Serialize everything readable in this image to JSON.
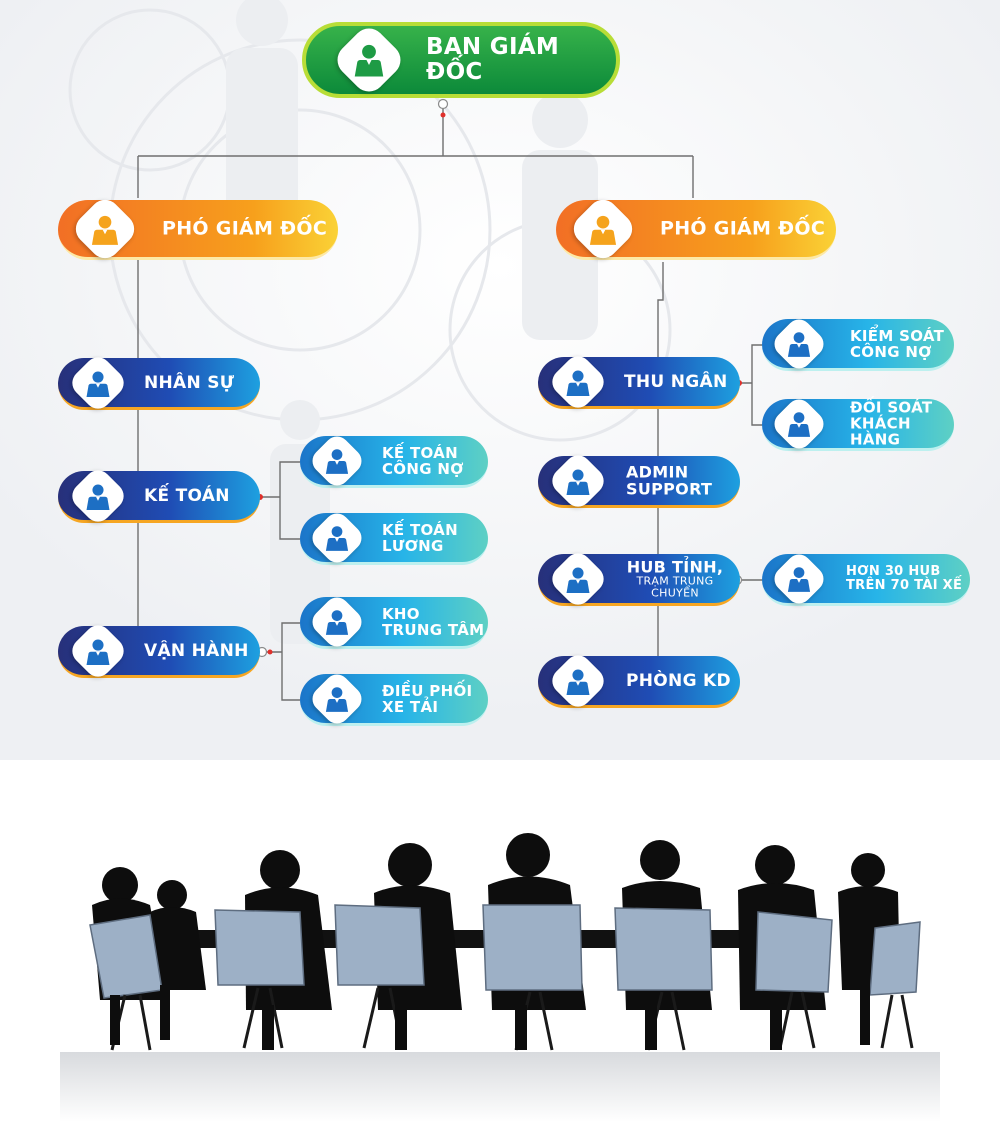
{
  "org_chart": {
    "director": "BAN GIÁM ĐỐC",
    "deputy_left": "PHÓ GIÁM ĐỐC",
    "deputy_right": "PHÓ GIÁM ĐỐC",
    "hr": "NHÂN SỰ",
    "accounting": "KẾ TOÁN",
    "ar_accounting": [
      "KẾ TOÁN",
      "CÔNG NỢ"
    ],
    "payroll_accounting": [
      "KẾ TOÁN",
      "LƯƠNG"
    ],
    "operations": "VẬN HÀNH",
    "central_warehouse": [
      "KHO",
      "TRUNG TÂM"
    ],
    "truck_dispatch": [
      "ĐIỀU PHỐI",
      "XE TẢI"
    ],
    "cashier": "THU NGÂN",
    "debt_control": [
      "KIỂM SOÁT",
      "CÔNG NỢ"
    ],
    "customer_reconcile": [
      "ĐỐI SOÁT",
      "KHÁCH HÀNG"
    ],
    "admin_support": [
      "ADMIN",
      "SUPPORT"
    ],
    "provincial_hub": [
      "HUB TỈNH,",
      "TRẠM TRUNG CHUYỂN"
    ],
    "hub_count": [
      "HƠN 30 HUB",
      "TRÊN 70 TÀI XẾ"
    ],
    "sales_room": "PHÒNG KD"
  },
  "colors": {
    "director": "#1a9a3f",
    "deputy": "#f58a20",
    "department": "#1f3f9e",
    "sub_unit": "#24a6e0",
    "icon_green": "#1e9b45",
    "icon_orange": "#f5a31c",
    "icon_blue": "#1d6fc4",
    "connector": "#6f6f6f",
    "junction": "#e0302b"
  },
  "icons": [
    "person-icon"
  ]
}
